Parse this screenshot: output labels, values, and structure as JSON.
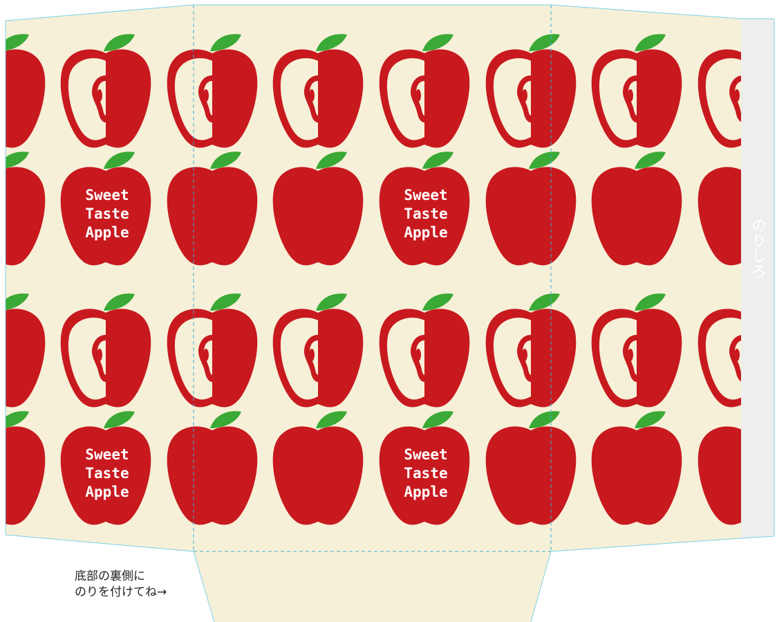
{
  "template": {
    "glue_tab_label": "のりしろ",
    "instruction_lines": [
      "底部の裏側に",
      "のりを付けてね→"
    ],
    "apple_slogan_lines": [
      "Sweet",
      "Taste",
      "Apple"
    ]
  },
  "colors": {
    "paper": "#f6f0d8",
    "apple_red": "#c8191f",
    "leaf_green": "#3aa935",
    "glue_tab": "#eeeeee",
    "cut_line": "#7ccfe6",
    "fold_line": "#34b1d8"
  },
  "pattern": {
    "rows": [
      "half-apple",
      "whole-apple",
      "half-apple",
      "whole-apple"
    ],
    "icons": [
      "apple-icon",
      "apple-cross-section-icon",
      "leaf-icon"
    ]
  }
}
